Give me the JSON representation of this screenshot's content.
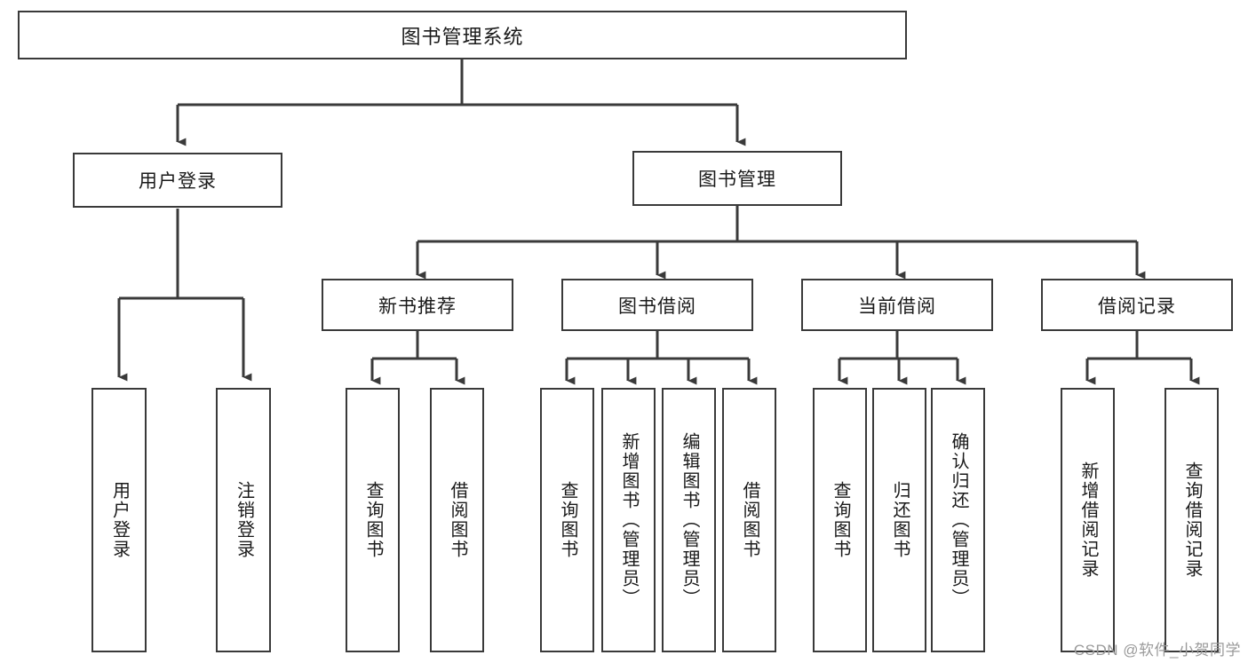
{
  "diagram": {
    "title": "图书管理系统",
    "type": "tree",
    "watermark": "CSDN @软件_小贺同学",
    "colors": {
      "box_border": "#3a3a3a",
      "box_fill": "#ffffff",
      "line": "#3a3a3a",
      "text": "#1a1a1a",
      "watermark": "#9a9a9a"
    },
    "nodes": {
      "root": {
        "label": "图书管理系统"
      },
      "level2": [
        {
          "label": "用户登录"
        },
        {
          "label": "图书管理"
        }
      ],
      "level3": [
        {
          "label": "新书推荐"
        },
        {
          "label": "图书借阅"
        },
        {
          "label": "当前借阅"
        },
        {
          "label": "借阅记录"
        }
      ],
      "leaves": {
        "user_login": [
          {
            "label": "用户登录"
          },
          {
            "label": "注销登录"
          }
        ],
        "new_book_recommend": [
          {
            "label": "查询图书"
          },
          {
            "label": "借阅图书"
          }
        ],
        "book_borrow": [
          {
            "label": "查询图书"
          },
          {
            "label": "新增图书（管理员）"
          },
          {
            "label": "编辑图书（管理员）"
          },
          {
            "label": "借阅图书"
          }
        ],
        "current_borrow": [
          {
            "label": "查询图书"
          },
          {
            "label": "归还图书"
          },
          {
            "label": "确认归还（管理员）"
          }
        ],
        "borrow_record": [
          {
            "label": "新增借阅记录"
          },
          {
            "label": "查询借阅记录"
          }
        ]
      }
    }
  }
}
